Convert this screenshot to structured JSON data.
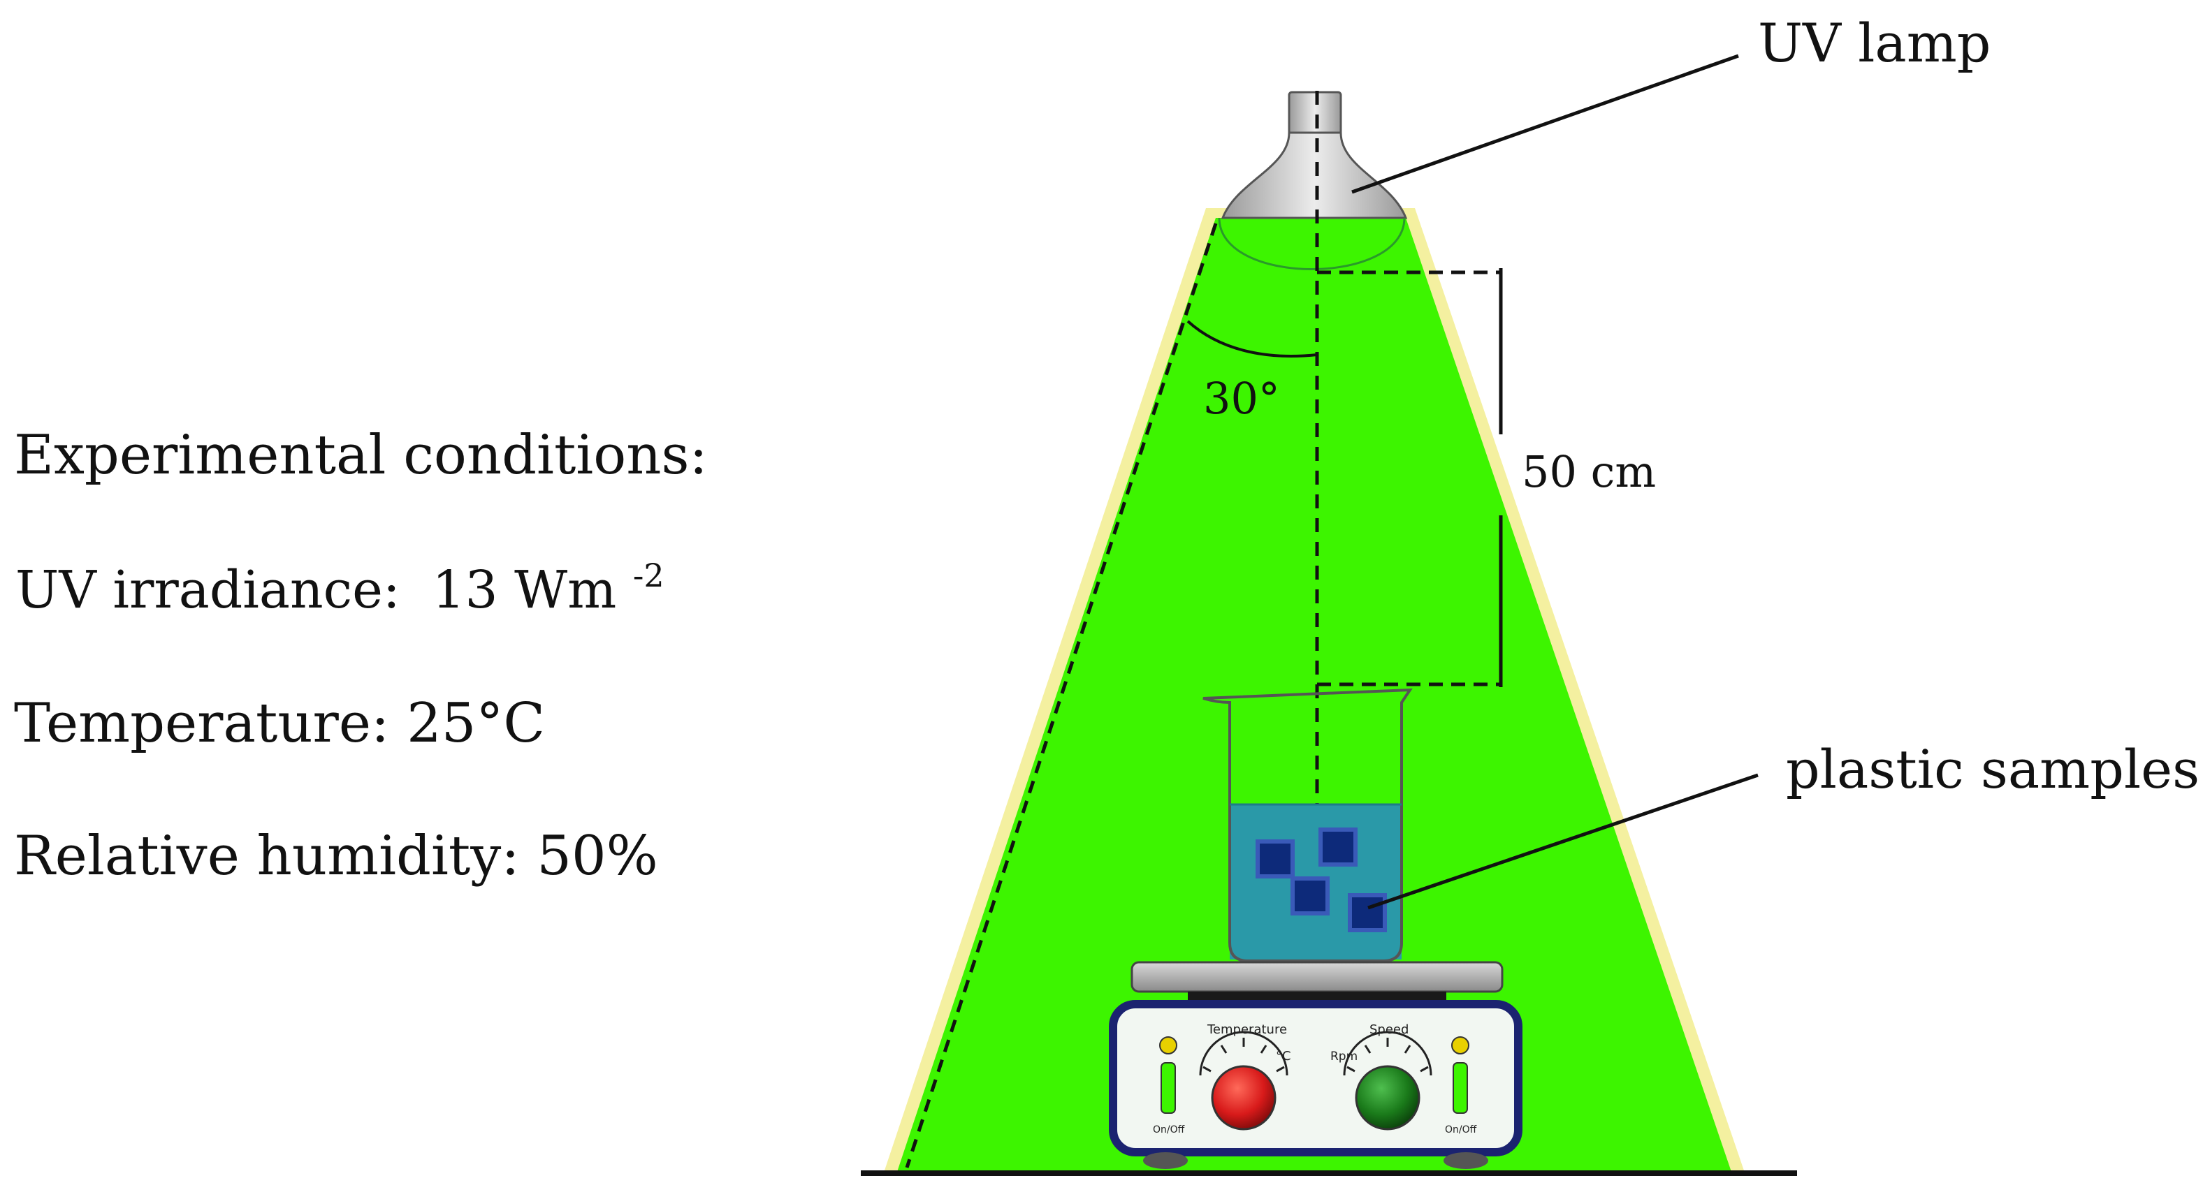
{
  "labels": {
    "uv_lamp": "UV lamp",
    "plastic_samples": "plastic samples",
    "angle": "30°",
    "distance": "50 cm"
  },
  "conditions": {
    "heading": "Experimental conditions:",
    "uv_irradiance_label": "UV irradiance:",
    "uv_irradiance_value": "13 Wm",
    "uv_irradiance_exponent": "-2",
    "temperature": "Temperature: 25°C",
    "humidity": "Relative humidity: 50%"
  },
  "stirrer": {
    "temperature_label": "Temperature",
    "speed_label": "Speed",
    "celsius_label": "°C",
    "rpm_label": "Rpm",
    "left_switch_label": "On/Off",
    "right_switch_label": "On/Off"
  },
  "colors": {
    "uv_beam": "#3df500",
    "beam_glow": "#f4f0a0",
    "liquid": "#2a99a8",
    "sample_square": "#0d2a7a",
    "temperature_knob": "#d81a1a",
    "speed_knob": "#1a7a1a",
    "stirrer_frame": "#1b2370"
  },
  "icons": {
    "lamp": "uv-lamp-icon",
    "beaker": "beaker-icon",
    "stirrer": "magnetic-stirrer-icon"
  }
}
